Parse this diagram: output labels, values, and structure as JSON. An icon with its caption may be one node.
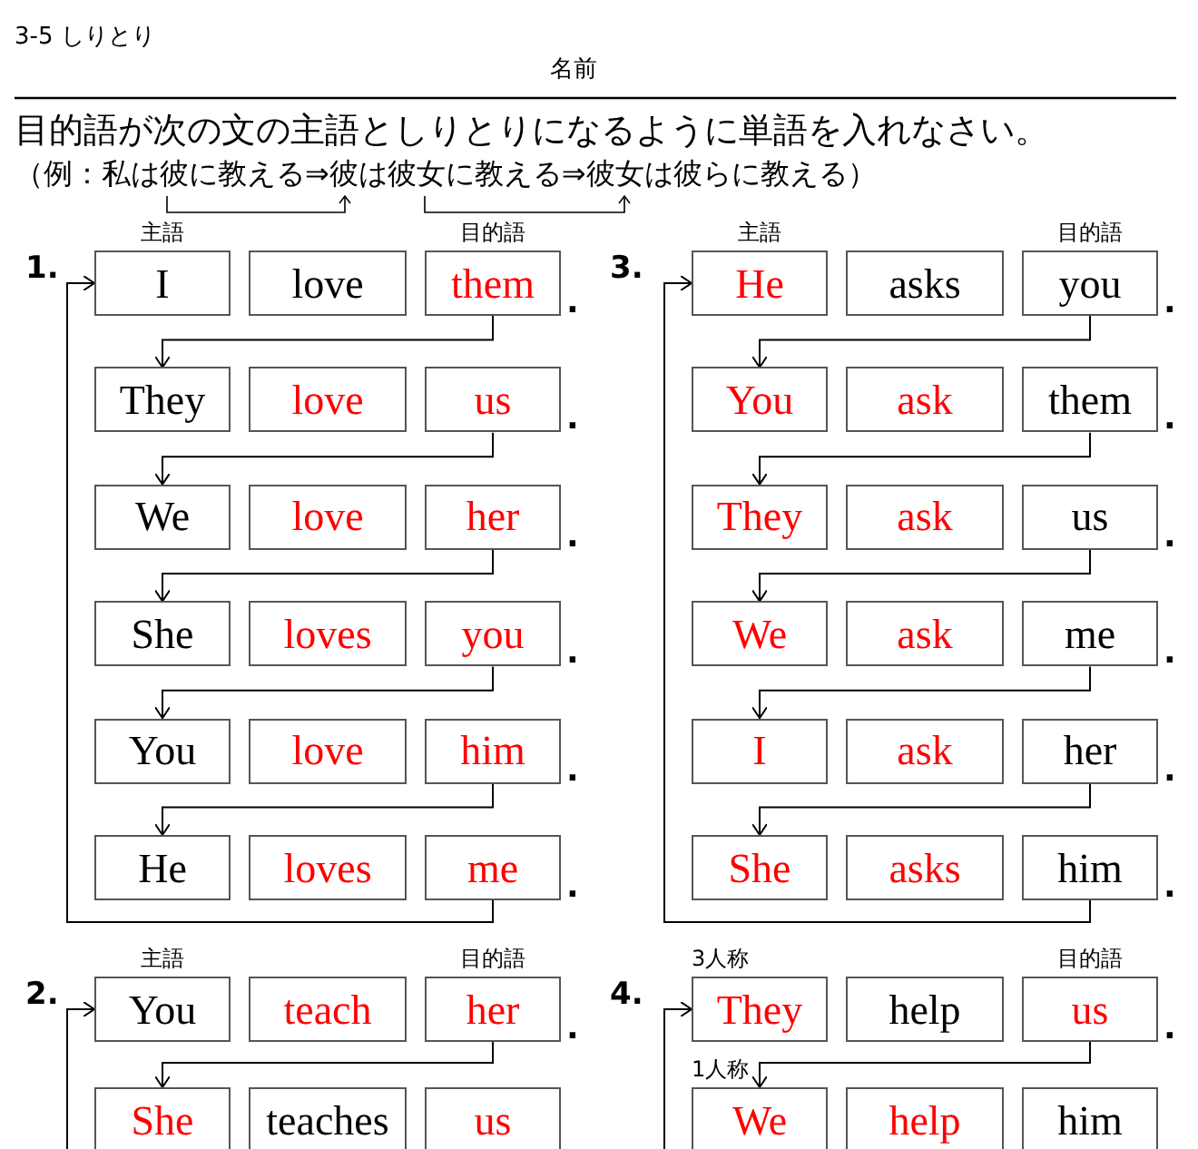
{
  "diagram": {
    "nodes": [
      {
        "text": [
          "I"
        ],
        "beside": [
          "主語"
        ]
      },
      {
        "text": [
          "love"
        ]
      },
      {
        "text": [
          "them"
        ],
        "beside": [
          "目的語",
          "."
        ]
      },
      {
        "text": [
          "They"
        ]
      },
      {
        "text": [
          "love"
        ]
      },
      {
        "text": [
          "us"
        ],
        "beside": [
          "."
        ]
      },
      {
        "text": [
          "We"
        ]
      },
      {
        "text": [
          "love"
        ]
      },
      {
        "text": [
          "her"
        ],
        "beside": [
          "."
        ]
      },
      {
        "text": [
          "She"
        ]
      },
      {
        "text": [
          "loves"
        ]
      },
      {
        "text": [
          "you"
        ],
        "beside": [
          "."
        ]
      },
      {
        "text": [
          "You"
        ]
      },
      {
        "text": [
          "love"
        ]
      },
      {
        "text": [
          "him"
        ],
        "beside": [
          "."
        ]
      },
      {
        "text": [
          "He"
        ]
      },
      {
        "text": [
          "loves"
        ]
      },
      {
        "text": [
          "me"
        ],
        "beside": [
          "."
        ]
      },
      {
        "text": [
          "He"
        ],
        "beside": [
          "主語"
        ]
      },
      {
        "text": [
          "asks"
        ]
      },
      {
        "text": [
          "you"
        ],
        "beside": [
          "目的語",
          "."
        ]
      },
      {
        "text": [
          "You"
        ]
      },
      {
        "text": [
          "ask"
        ]
      },
      {
        "text": [
          "them"
        ],
        "beside": [
          "."
        ]
      },
      {
        "text": [
          "They"
        ]
      },
      {
        "text": [
          "ask"
        ]
      },
      {
        "text": [
          "us"
        ],
        "beside": [
          "."
        ]
      },
      {
        "text": [
          "We"
        ]
      },
      {
        "text": [
          "ask"
        ]
      },
      {
        "text": [
          "me"
        ],
        "beside": [
          "."
        ]
      },
      {
        "text": [
          "I"
        ]
      },
      {
        "text": [
          "ask"
        ]
      },
      {
        "text": [
          "her"
        ],
        "beside": [
          "."
        ]
      },
      {
        "text": [
          "She"
        ]
      },
      {
        "text": [
          "asks"
        ]
      },
      {
        "text": [
          "him"
        ],
        "beside": [
          "."
        ]
      },
      {
        "text": [
          "You"
        ],
        "beside": [
          "主語"
        ]
      },
      {
        "text": [
          "teach"
        ]
      },
      {
        "text": [
          "her"
        ],
        "beside": [
          "目的語",
          "."
        ]
      },
      {
        "text": [
          "She"
        ]
      },
      {
        "text": [
          "teaches"
        ]
      },
      {
        "text": [
          "us"
        ]
      },
      {
        "text": [
          "They"
        ],
        "beside": [
          "3人称"
        ]
      },
      {
        "text": [
          "help"
        ]
      },
      {
        "text": [
          "us"
        ],
        "beside": [
          "目的語",
          "."
        ]
      },
      {
        "text": [
          "We"
        ],
        "beside": [
          "1人称"
        ]
      },
      {
        "text": [
          "help"
        ]
      },
      {
        "text": [
          "him"
        ]
      }
    ],
    "edges": [
      {
        "from": 2,
        "to": 3,
        "arrow": "to"
      },
      {
        "from": 5,
        "to": 6,
        "arrow": "to"
      },
      {
        "from": 8,
        "to": 9,
        "arrow": "to"
      },
      {
        "from": 11,
        "to": 12,
        "arrow": "to"
      },
      {
        "from": 14,
        "to": 15,
        "arrow": "to"
      },
      {
        "from": 17,
        "to": 0,
        "arrow": "to"
      },
      {
        "from": 20,
        "to": 21,
        "arrow": "to"
      },
      {
        "from": 23,
        "to": 24,
        "arrow": "to"
      },
      {
        "from": 26,
        "to": 27,
        "arrow": "to"
      },
      {
        "from": 29,
        "to": 30,
        "arrow": "to"
      },
      {
        "from": 32,
        "to": 33,
        "arrow": "to"
      },
      {
        "from": 35,
        "to": 18,
        "arrow": "to"
      },
      {
        "from": 38,
        "to": 39,
        "arrow": "to"
      },
      {
        "from": null,
        "to": 36,
        "arrow": "to"
      },
      {
        "from": 44,
        "to": 45,
        "arrow": "to"
      },
      {
        "from": null,
        "to": 42,
        "arrow": "to"
      }
    ],
    "labels": [
      "3-5 しりとり",
      "名前",
      "目的語が次の文の主語としりとりになるように単語を入れなさい。",
      "（例：私は彼に教える⇒彼は彼女に教える⇒彼女は彼らに教える）",
      "1.",
      "3.",
      "2.",
      "4."
    ]
  }
}
